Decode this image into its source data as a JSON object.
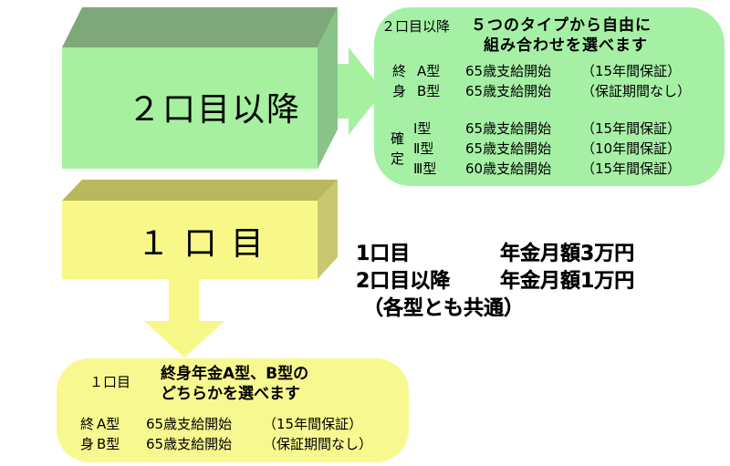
{
  "colors": {
    "green_front": "#a6f0a0",
    "green_top": "#7ea87a",
    "green_side": "#8ac48a",
    "green_bubble": "#a6f0a6",
    "yellow_front": "#f8f888",
    "yellow_top": "#b8b85c",
    "yellow_side": "#c8c870",
    "yellow_bubble": "#f8f890"
  },
  "box_later": {
    "label": "２口目以降"
  },
  "box_first": {
    "label": "１ 口 目"
  },
  "later_bubble": {
    "heading_tag": "２口目以降",
    "heading_line1": "５つのタイプから自由に",
    "heading_line2": "組み合わせを選べます",
    "group1_label": [
      "終",
      "身"
    ],
    "group1_rows": [
      {
        "type": "A型",
        "start": "65歳支給開始",
        "guarantee": "（15年間保証）"
      },
      {
        "type": "B型",
        "start": "65歳支給開始",
        "guarantee": "（保証期間なし）"
      }
    ],
    "group2_label": [
      "確",
      "定"
    ],
    "group2_rows": [
      {
        "type": "Ⅰ型",
        "start": "65歳支給開始",
        "guarantee": "（15年間保証）"
      },
      {
        "type": "Ⅱ型",
        "start": "65歳支給開始",
        "guarantee": "（10年間保証）"
      },
      {
        "type": "Ⅲ型",
        "start": "60歳支給開始",
        "guarantee": "（15年間保証）"
      }
    ]
  },
  "amounts": {
    "row1_label": "1口目",
    "row1_value": "年金月額3万円",
    "row2_label": "2口目以降",
    "row2_value": "年金月額1万円",
    "note": "（各型とも共通）"
  },
  "first_bubble": {
    "heading_tag": "１口目",
    "heading_line1": "終身年金A型、B型の",
    "heading_line2": "どちらかを選べます",
    "rows": [
      {
        "label": "終",
        "type": "A型",
        "start": "65歳支給開始",
        "guarantee": "（15年間保証）"
      },
      {
        "label": "身",
        "type": "B型",
        "start": "65歳支給開始",
        "guarantee": "（保証期間なし）"
      }
    ]
  }
}
